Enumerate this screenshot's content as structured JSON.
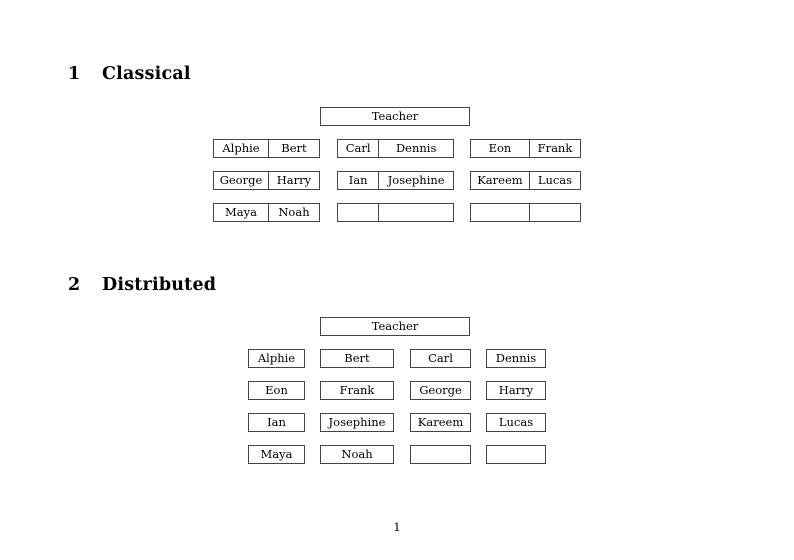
{
  "page": {
    "number": "1"
  },
  "sections": [
    {
      "number": "1",
      "title": "Classical",
      "teacher_label": "Teacher",
      "layout": "grouped-pairs",
      "groups": [
        {
          "rows": [
            [
              "Alphie",
              "Bert"
            ],
            [
              "George",
              "Harry"
            ],
            [
              "Maya",
              "Noah"
            ]
          ]
        },
        {
          "rows": [
            [
              "Carl",
              "Dennis"
            ],
            [
              "Ian",
              "Josephine"
            ],
            [
              "",
              ""
            ]
          ]
        },
        {
          "rows": [
            [
              "Eon",
              "Frank"
            ],
            [
              "Kareem",
              "Lucas"
            ],
            [
              "",
              ""
            ]
          ]
        }
      ]
    },
    {
      "number": "2",
      "title": "Distributed",
      "teacher_label": "Teacher",
      "layout": "individual-boxes",
      "rows": [
        [
          "Alphie",
          "Bert",
          "Carl",
          "Dennis"
        ],
        [
          "Eon",
          "Frank",
          "George",
          "Harry"
        ],
        [
          "Ian",
          "Josephine",
          "Kareem",
          "Lucas"
        ],
        [
          "Maya",
          "Noah",
          "",
          ""
        ]
      ]
    }
  ],
  "colors": {
    "page_background": "#ffffff",
    "text": "#000000",
    "box_border": "#444444"
  }
}
